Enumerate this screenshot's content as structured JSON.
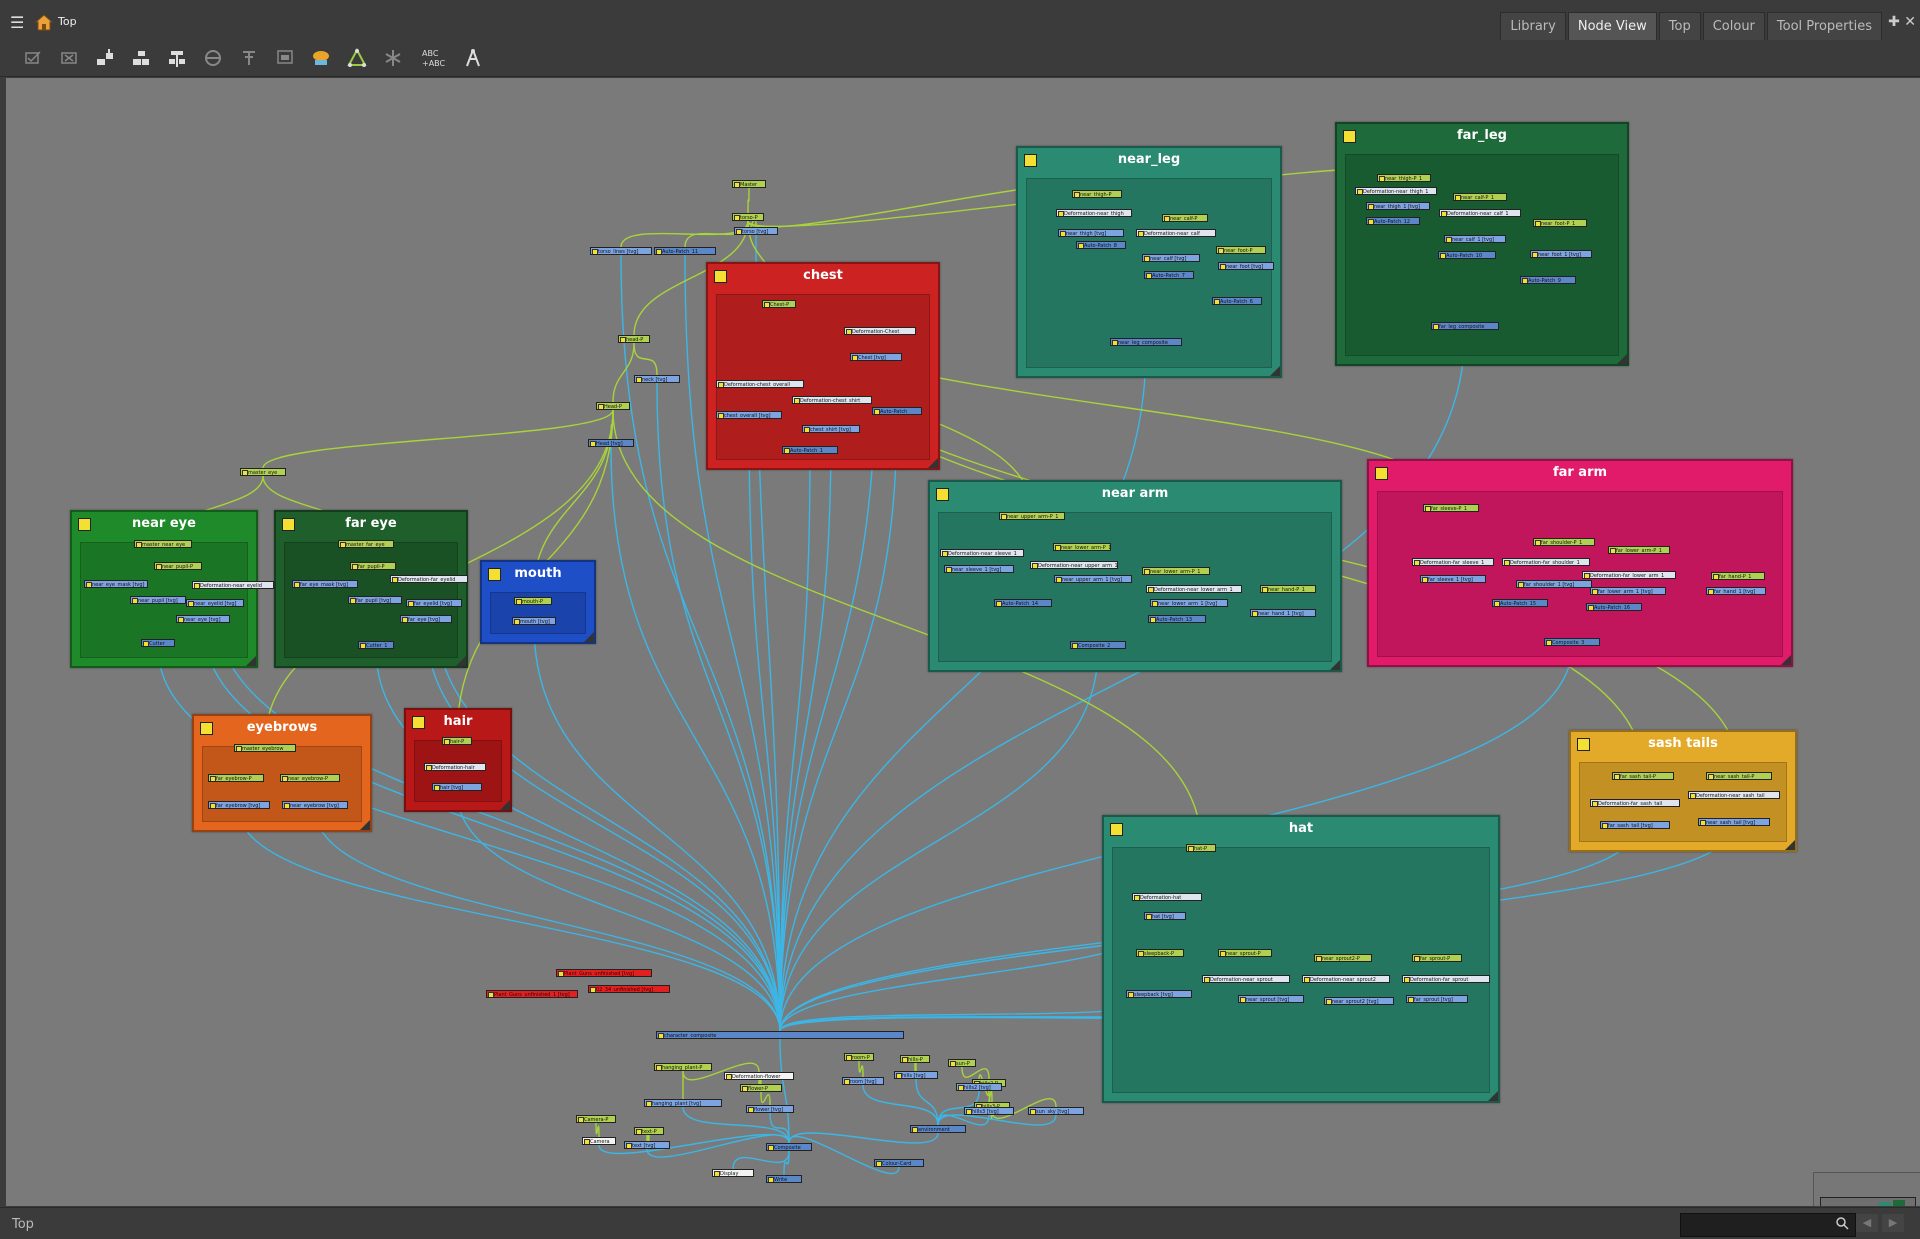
{
  "window": {
    "breadcrumb": "Top",
    "tabs": [
      {
        "label": "Library",
        "active": false
      },
      {
        "label": "Node View",
        "active": true
      },
      {
        "label": "Top",
        "active": false
      },
      {
        "label": "Colour",
        "active": false
      },
      {
        "label": "Tool Properties",
        "active": false
      }
    ],
    "add_tab_icon": "plus-icon",
    "close_icon": "close-icon"
  },
  "toolbar": {
    "tools": [
      "checkbox-icon",
      "disable-icon",
      "add-peg-icon",
      "add-group-icon",
      "move-nodes-icon",
      "network-icon",
      "pin-icon",
      "backdrop-icon",
      "cloud-icon",
      "triangle-nodes-icon",
      "asterisk-icon",
      "rename-icon",
      "compass-icon"
    ],
    "rename_label": "ABC\n+ABC"
  },
  "groups": [
    {
      "id": "near_leg",
      "title": "near_leg",
      "color": "#2a8a72"
    },
    {
      "id": "far_leg",
      "title": "far_leg",
      "color": "#1e6a3a"
    },
    {
      "id": "chest",
      "title": "chest",
      "color": "#cc2222"
    },
    {
      "id": "near_arm",
      "title": "near arm",
      "color": "#2a8a72"
    },
    {
      "id": "far_arm",
      "title": "far arm",
      "color": "#e11a6a"
    },
    {
      "id": "near_eye",
      "title": "near eye",
      "color": "#1f8a2a"
    },
    {
      "id": "far_eye",
      "title": "far eye",
      "color": "#1e5f2c"
    },
    {
      "id": "mouth",
      "title": "mouth",
      "color": "#1f4fc7"
    },
    {
      "id": "eyebrows",
      "title": "eyebrows",
      "color": "#e3651e"
    },
    {
      "id": "hair",
      "title": "hair",
      "color": "#b81818"
    },
    {
      "id": "sash_tails",
      "title": "sash tails",
      "color": "#e3a929"
    },
    {
      "id": "hat",
      "title": "hat",
      "color": "#2a8a72"
    }
  ],
  "nodes": {
    "master": "Master",
    "torso_p": "torso-P",
    "torso": "torso [tvg]",
    "torso_lines": "torso_lines [tvg]",
    "autopatch_11": "Auto-Patch_11",
    "head_p": "head-P",
    "neck": "neck [tvg]",
    "head_p2": "Head-P",
    "head": "Head [tvg]",
    "master_eye": "master_eye",
    "chest_p": "Chest-P",
    "def_chest": "Deformation-Chest",
    "chest": "Chest [tvg]",
    "def_chest_overall": "Deformation-chest_overall",
    "def_chest_shirt": "Deformation-chest_shirt",
    "chest_overall": "chest_overall [tvg]",
    "chest_shirt": "chest_shirt [tvg]",
    "autopatch": "Auto-Patch",
    "autopatch_1": "Auto-Patch_1",
    "near_thigh_p": "near_thigh-P",
    "def_near_thigh": "Deformation-near_thigh",
    "near_thigh": "near_thigh [tvg]",
    "near_calf_p": "near_calf-P",
    "def_near_calf": "Deformation-near_calf",
    "autopatch_8": "Auto-Patch_8",
    "near_calf": "near_calf [tvg]",
    "near_foot_p": "near_foot-P",
    "near_foot": "near_foot [tvg]",
    "autopatch_7": "Auto-Patch_7",
    "autopatch_6": "Auto-Patch_6",
    "near_leg_composite": "near_leg_composite",
    "near_thigh_p1": "near_thigh-P_1",
    "def_near_thigh_1": "Deformation-near_thigh_1",
    "near_calf_p1": "near_calf-P_1",
    "near_thigh_1": "near_thigh_1 [tvg]",
    "def_near_calf_1": "Deformation-near_calf_1",
    "autopatch_12": "Auto-Patch_12",
    "near_foot_p1": "near_foot-P_1",
    "near_calf_1": "near_calf_1 [tvg]",
    "autopatch_10": "Auto-Patch_10",
    "near_foot_1": "near_foot_1 [tvg]",
    "autopatch_9": "Auto-Patch_9",
    "far_leg_composite": "far_leg_composite",
    "near_upper_arm_p1": "near_upper_arm-P_1",
    "def_near_sleeve_1": "Deformation-near_sleeve_1",
    "near_sleeve_1": "near_sleeve_1 [tvg]",
    "near_lower_arm_p1": "near_lower_arm-P_1",
    "def_near_upper_arm_1": "Deformation-near_upper_arm_1",
    "near_lower_arm_p": "near_lower_arm-P_1",
    "near_upper_arm_1": "near_upper_arm_1 [tvg]",
    "def_near_lower_arm_1": "Deformation-near_lower_arm_1",
    "near_hand_p1": "near_hand-P_1",
    "autopatch_14": "Auto-Patch_14",
    "near_lower_arm_1": "near_lower_arm_1 [tvg]",
    "near_hand_1": "near_hand_1 [tvg]",
    "autopatch_13": "Auto-Patch_13",
    "composite_2": "Composite_2",
    "far_sleeve_p1": "far_sleeve-P_1",
    "far_shoulder_p1": "far_shoulder-P_1",
    "far_lower_arm_p1": "far_lower_arm-P_1",
    "def_far_sleeve_1": "Deformation-far_sleeve_1",
    "def_far_shoulder_1": "Deformation-far_shoulder_1",
    "def_far_lower_arm_1": "Deformation-far_lower_arm_1",
    "far_hand_p1": "far_hand-P_1",
    "far_sleeve_1": "far_sleeve_1 [tvg]",
    "far_shoulder_1": "far_shoulder_1 [tvg]",
    "far_lower_arm_1": "far_lower_arm_1 [tvg]",
    "far_hand_1": "far_hand_1 [tvg]",
    "autopatch_15": "Auto-Patch_15",
    "autopatch_16": "Auto-Patch_16",
    "composite_3": "Composite_3",
    "master_near_eye": "master_near_eye",
    "near_pupil_p": "near_pupil-P",
    "near_eye_mask": "near_eye_mask [tvg]",
    "def_near_eyelid": "Deformation-near_eyelid",
    "near_pupil": "near_pupil [tvg]",
    "near_eyelid": "near_eyelid [tvg]",
    "near_eye": "near_eye [tvg]",
    "cutter": "Cutter",
    "master_far_eye": "master_far_eye",
    "far_pupil_p": "far_pupil-P",
    "def_far_eyelid": "Deformation-far_eyelid",
    "far_eye_mask": "far_eye_mask [tvg]",
    "far_pupil": "far_pupil [tvg]",
    "far_eyelid": "far_eyelid [tvg]",
    "far_eye": "far_eye [tvg]",
    "cutter_1": "Cutter_1",
    "mouth_p": "mouth-P",
    "mouth": "mouth [tvg]",
    "master_eyebrow": "master_eyebrow",
    "far_eyebrow_p": "far_eyebrow-P",
    "near_eyebrow_p": "near_eyebrow-P",
    "far_eyebrow": "far_eyebrow [tvg]",
    "near_eyebrow": "near_eyebrow [tvg]",
    "hair_p": "hair-P",
    "def_hair": "Deformation-hair",
    "hair": "hair [tvg]",
    "far_sash_tail_p": "far_sash_tail-P",
    "near_sash_tail_p": "near_sash_tail-P",
    "def_far_sash_tail": "Deformation-far_sash_tail",
    "def_near_sash_tail": "Deformation-near_sash_tail",
    "far_sash_tail": "far_sash_tail [tvg]",
    "near_sash_tail": "near_sash_tail [tvg]",
    "hat_p": "hat-P",
    "def_hat": "Deformation-hat",
    "hat": "hat [tvg]",
    "sleepback_p": "sleepback-P",
    "near_sprout_p": "near_sprout-P",
    "near_sprout2_p": "near_sprout2-P",
    "far_sprout_p": "far_sprout-P",
    "def_near_sprout": "Deformation-near_sprout",
    "def_near_sprout2": "Deformation-near_sprout2",
    "def_far_sprout": "Deformation-far_sprout",
    "sleepback": "sleepback [tvg]",
    "near_sprout": "near_sprout [tvg]",
    "near_sprout2": "near_sprout2 [tvg]",
    "far_sprout": "far_sprout [tvg]",
    "red1": "Plant_Guns_unfinished [tvg]",
    "red2": "02_34_unfinished [tvg]",
    "red3": "Plant_Guns_unfinished_1 [tvg]",
    "character_composite": "character_composite",
    "hanging_plant_p": "hanging_plant-P",
    "def_flower": "Deformation-flower",
    "flower_p": "flower-P",
    "hanging_plant": "hanging_plant [tvg]",
    "flower": "flower [tvg]",
    "room_p": "room-P",
    "room": "room [tvg]",
    "hills_p": "hills-P",
    "hills": "hills [tvg]",
    "sun_p": "sun-P",
    "hills2_p": "hills2-P",
    "hills2": "hills2 [tvg]",
    "hills3_p": "hills3-P",
    "hills3": "hills3 [tvg]",
    "sun_sky": "sun_sky [tvg]",
    "camera_p": "Camera-P",
    "camera": "Camera",
    "text_p": "text-P",
    "text": "text [tvg]",
    "environment": "environment",
    "composite": "Composite",
    "colour_card": "Colour-Card",
    "display": "Display",
    "write": "Write"
  },
  "status": {
    "label": "Top",
    "search_placeholder": ""
  }
}
